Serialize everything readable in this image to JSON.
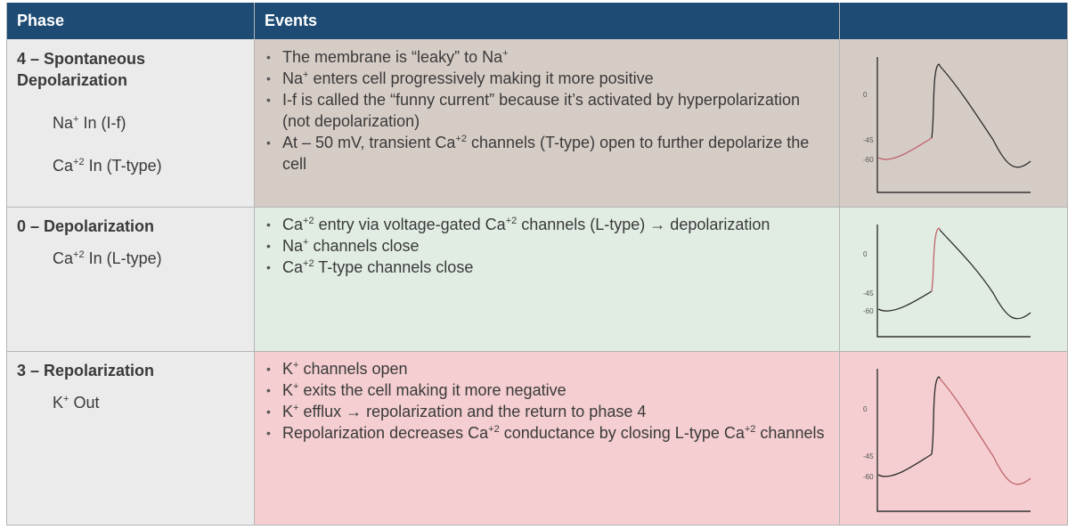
{
  "headers": {
    "phase": "Phase",
    "events": "Events",
    "graph": ""
  },
  "rows": [
    {
      "phase": "4 – Spontaneous Depolarization",
      "subs": [
        {
          "pre": "Na",
          "sup": "+",
          "post": " In (I-f)"
        },
        {
          "pre": "Ca",
          "sup": "+2",
          "post": " In (T-type)"
        }
      ],
      "events": [
        {
          "parts": [
            {
              "t": "The membrane is “leaky” to Na"
            },
            {
              "t": "+",
              "sup": true
            }
          ]
        },
        {
          "parts": [
            {
              "t": "Na"
            },
            {
              "t": "+",
              "sup": true
            },
            {
              "t": " enters cell progressively making it more positive"
            }
          ]
        },
        {
          "parts": [
            {
              "t": "I-f is called the “funny current” because it’s activated by hyperpolarization (not depolarization)"
            }
          ]
        },
        {
          "parts": [
            {
              "t": "At – 50 mV, transient Ca"
            },
            {
              "t": "+2",
              "sup": true
            },
            {
              "t": " channels (T-type) open to further depolarize the cell"
            }
          ]
        }
      ],
      "graph": {
        "labels": [
          "0",
          "-45",
          "-60"
        ],
        "highlight": "phase4",
        "highlight_color": "#c0636b"
      }
    },
    {
      "phase": "0 – Depolarization",
      "subs": [
        {
          "pre": "Ca",
          "sup": "+2",
          "post": " In (L-type)"
        }
      ],
      "events": [
        {
          "parts": [
            {
              "t": "Ca"
            },
            {
              "t": "+2",
              "sup": true
            },
            {
              "t": " entry via voltage-gated Ca"
            },
            {
              "t": "+2",
              "sup": true
            },
            {
              "t": " channels (L-type) → depolarization"
            }
          ]
        },
        {
          "parts": [
            {
              "t": "Na"
            },
            {
              "t": "+",
              "sup": true
            },
            {
              "t": " channels close"
            }
          ]
        },
        {
          "parts": [
            {
              "t": "Ca"
            },
            {
              "t": "+2",
              "sup": true
            },
            {
              "t": " T-type channels close"
            }
          ]
        }
      ],
      "graph": {
        "labels": [
          "0",
          "-45",
          "-60"
        ],
        "highlight": "phase0",
        "highlight_color": "#c0636b"
      }
    },
    {
      "phase": "3 – Repolarization",
      "subs": [
        {
          "pre": "K",
          "sup": "+",
          "post": " Out"
        }
      ],
      "events": [
        {
          "parts": [
            {
              "t": "K"
            },
            {
              "t": "+",
              "sup": true
            },
            {
              "t": " channels open"
            }
          ]
        },
        {
          "parts": [
            {
              "t": "K"
            },
            {
              "t": "+",
              "sup": true
            },
            {
              "t": " exits the cell making it more negative"
            }
          ]
        },
        {
          "parts": [
            {
              "t": "K"
            },
            {
              "t": "+",
              "sup": true
            },
            {
              "t": " efflux → repolarization and the return to phase 4"
            }
          ]
        },
        {
          "parts": [
            {
              "t": "Repolarization decreases Ca"
            },
            {
              "t": "+2",
              "sup": true
            },
            {
              "t": " conductance by closing L-type Ca"
            },
            {
              "t": "+2",
              "sup": true
            },
            {
              "t": " channels"
            }
          ]
        }
      ],
      "graph": {
        "labels": [
          "0",
          "-45",
          "-60"
        ],
        "highlight": "phase3",
        "highlight_color": "#c0636b"
      }
    }
  ]
}
